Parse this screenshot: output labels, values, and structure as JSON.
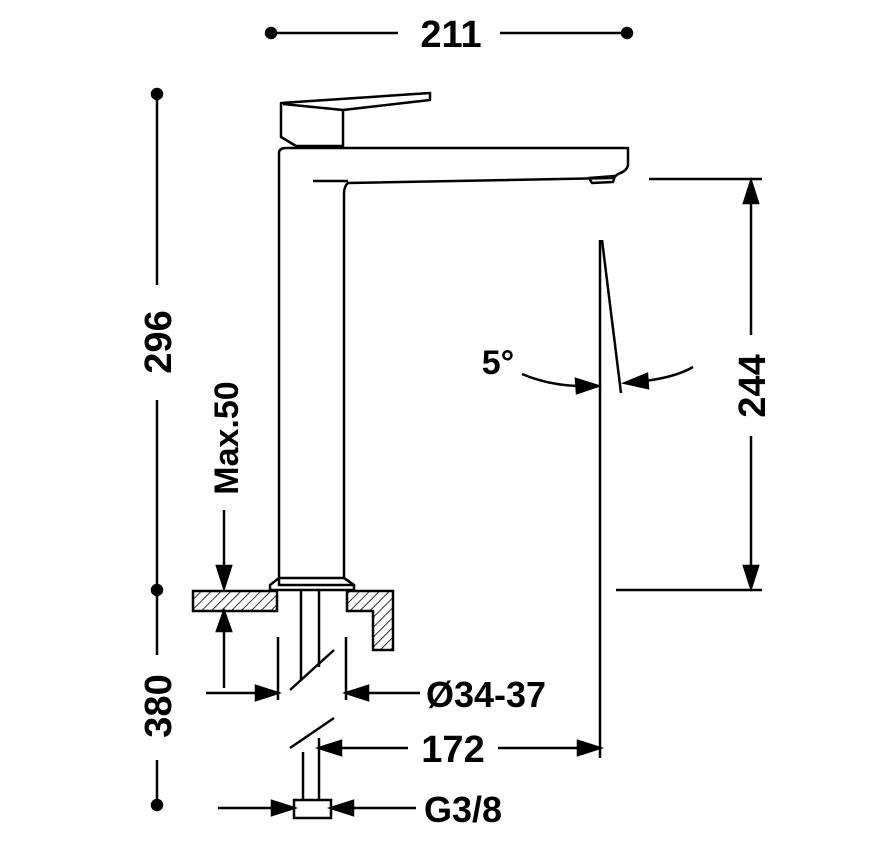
{
  "dimensions": {
    "total_width": "211",
    "total_height": "296",
    "spout_height": "244",
    "max_thickness": "Max.50",
    "below_counter": "380",
    "hole_diameter": "Ø34-37",
    "spout_reach": "172",
    "connection": "G3/8",
    "angle": "5°"
  },
  "colors": {
    "line": "#000000",
    "background": "#ffffff"
  }
}
